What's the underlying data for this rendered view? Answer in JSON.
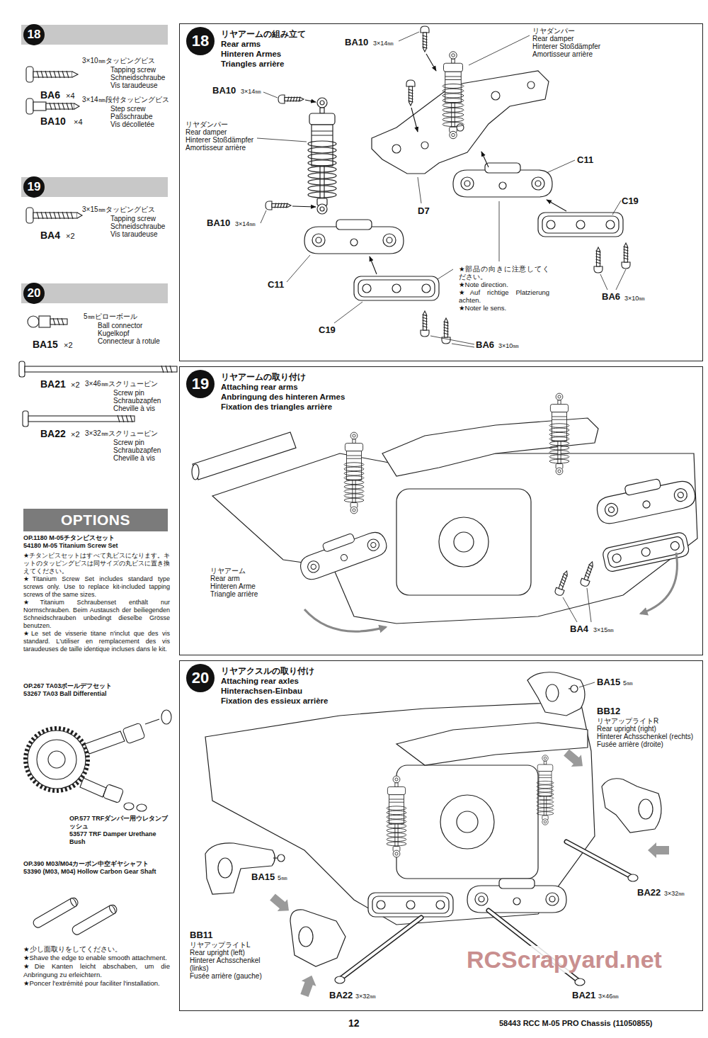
{
  "diagram": {
    "nodes": [
      {
        "text": [
          "18"
        ]
      },
      {
        "text": [
          "19"
        ]
      },
      {
        "text": [
          "20"
        ]
      },
      {
        "text": [
          "OPTIONS"
        ]
      },
      {
        "text": [
          "18",
          "リヤアームの組み立て",
          "Rear arms",
          "Hinteren Armes",
          "Triangles arrière"
        ]
      },
      {
        "text": [
          "19",
          "リヤアームの取り付け",
          "Attaching rear arms",
          "Anbringung des hinteren Armes",
          "Fixation des triangles arrière"
        ]
      },
      {
        "text": [
          "20",
          "リヤアクスルの取り付け",
          "Attaching rear axles",
          "Hinterachsen-Einbau",
          "Fixation des essieux arrière"
        ]
      }
    ],
    "labels": [
      "3×10㎜タッピングビス",
      "Tapping screw",
      "Schneidschraube",
      "Vis taraudeuse",
      "BA6",
      "×4",
      "3×14㎜段付タッピングビス",
      "Step screw",
      "Paßschraube",
      "Vis décolletée",
      "BA10",
      "×4",
      "3×15㎜タッピングビス",
      "Tapping screw",
      "Schneidschraube",
      "Vis taraudeuse",
      "BA4",
      "×2",
      "5㎜ピローボール",
      "Ball connector",
      "Kugelkopf",
      "Connecteur à rotule",
      "BA15",
      "×2",
      "BA21",
      "×2",
      "3×46㎜スクリューピン",
      "Screw pin",
      "Schraubzapfen",
      "Cheville à vis",
      "BA22",
      "×2",
      "3×32㎜スクリューピン",
      "Screw pin",
      "Schraubzapfen",
      "Cheville à vis",
      "OP.1180 M-05チタンビスセット",
      "54180 M-05 Titanium Screw Set",
      "★チタンビスセットはすべて丸ビスになります。キットのタッピングビスは同サイズの丸ビスに置き換えてください。",
      "★Titanium Screw Set includes standard type screws only. Use to replace kit-included tapping screws of the same sizes.",
      "★Titanium Schraubenset enthält nur Normschrauben. Beim Austausch der beiliegenden Schneidschrauben unbedingt dieselbe Grösse benutzen.",
      "★Le set de visserie titane n'inclut que des vis standard. L'utiliser en remplacement des vis taraudeuses de taille identique incluses dans le kit.",
      "OP.267 TA03ボールデフセット",
      "53267 TA03 Ball Differential",
      "OP.577 TRFダンパー用ウレタンブッシュ",
      "53577 TRF Damper Urethane Bush",
      "OP.390 M03/M04カーボン中空ギヤシャフト",
      "53390 (M03, M04) Hollow Carbon Gear Shaft",
      "★少し面取りをしてください。",
      "★Shave the edge to enable smooth attachment.",
      "★Die Kanten leicht abschaben, um die Anbringung zu erleichtern.",
      "★Poncer l'extrémité pour faciliter l'installation.",
      "BA10",
      "3×14㎜",
      "リヤダンパー",
      "Rear damper",
      "Hinterer Stoßdämpfer",
      "Amortisseur arrière",
      "BA10",
      "3×14㎜",
      "リヤダンパー",
      "Rear damper",
      "Hinterer Stoßdämpfer",
      "Amortisseur arrière",
      "BA10",
      "3×14㎜",
      "D7",
      "C11",
      "C19",
      "C11",
      "C19",
      "★部品の向きに注意してください。",
      "★Note direction.",
      "★Auf richtige Platzierung achten.",
      "★Noter le sens.",
      "BA6",
      "3×10㎜",
      "BA6",
      "3×10㎜",
      "リヤアーム",
      "Rear arm",
      "Hinteren Arme",
      "Triangle arrière",
      "BA4",
      "3×15㎜",
      "BA15",
      "5㎜",
      "BB12",
      "リヤアップライトR",
      "Rear upright (right)",
      "Hinterer Achsschenkel (rechts)",
      "Fusée arrière (droite)",
      "BA15",
      "5㎜",
      "BB11",
      "リヤアップライトL",
      "Rear upright (left)",
      "Hinterer Achsschenkel (links)",
      "Fusée arrière (gauche)",
      "BA22",
      "3×32㎜",
      "BA22",
      "3×32㎜",
      "BA21",
      "3×46㎜",
      "12",
      "58443 RCC M-05 PRO Chassis (11050855)",
      "RCScrapyard.net"
    ]
  }
}
